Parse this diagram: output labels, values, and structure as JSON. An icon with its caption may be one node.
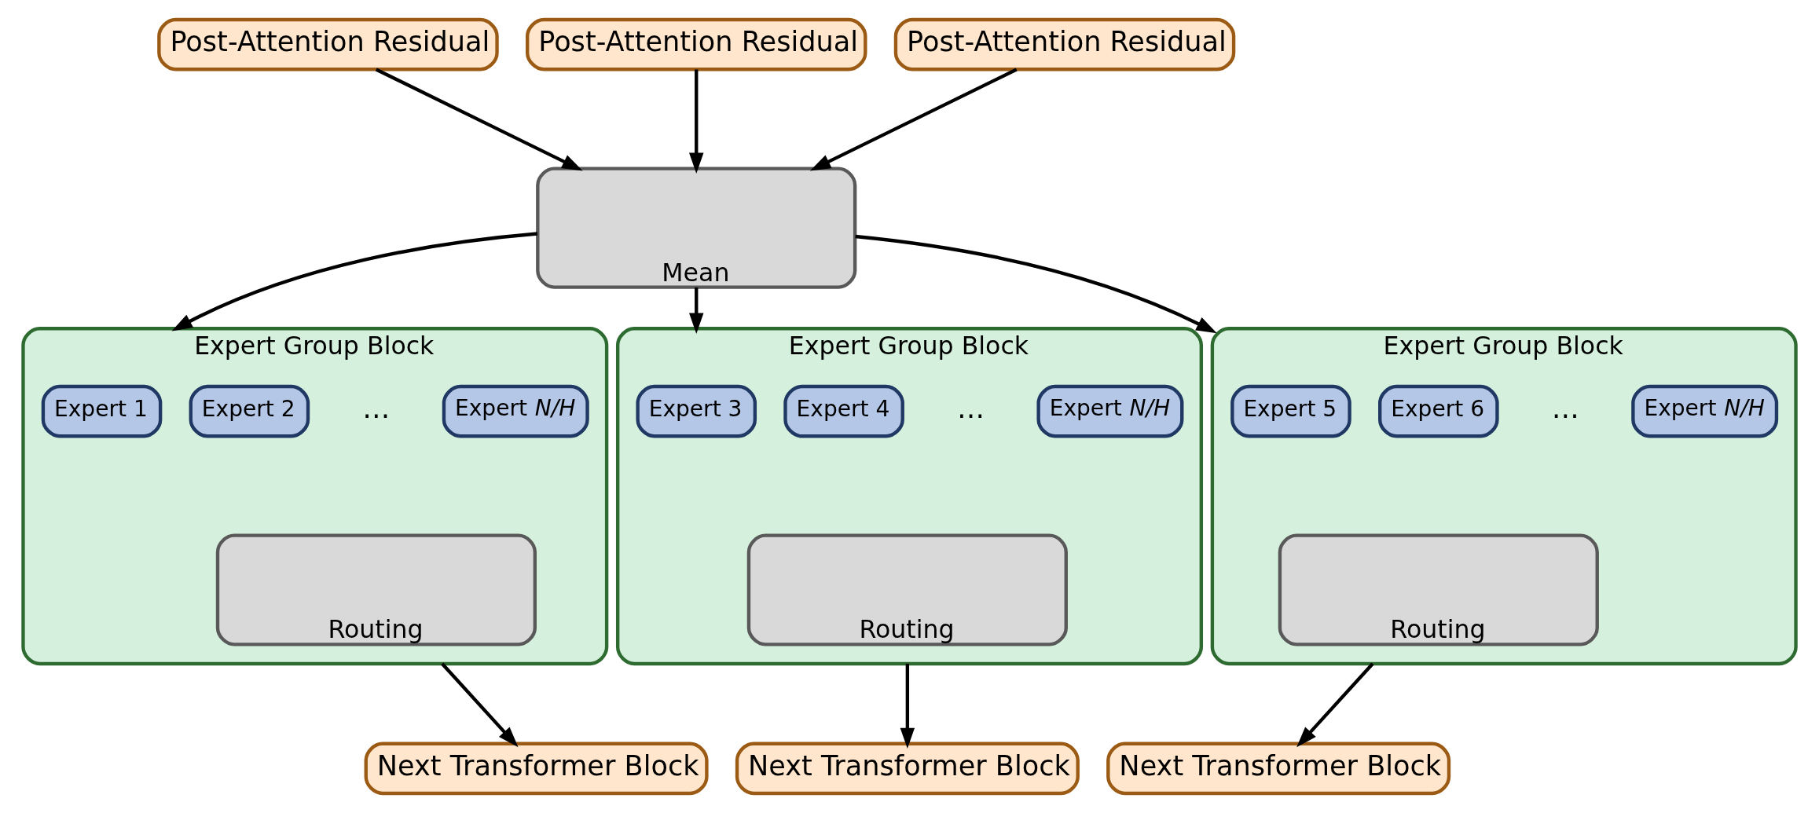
{
  "diagram": {
    "nodes": [
      {
        "text": [
          "Post-Attention Residual"
        ]
      },
      {
        "text": [
          "Post-Attention Residual"
        ]
      },
      {
        "text": [
          "Post-Attention Residual"
        ]
      },
      {
        "text": [
          "Mean"
        ]
      },
      {
        "text": [
          "Expert Group Block"
        ]
      },
      {
        "text": [
          "Expert 1"
        ],
        "in": 4
      },
      {
        "text": [
          "Expert 2"
        ],
        "in": 4
      },
      {
        "text": [
          "Expert *N/H*"
        ],
        "in": 4
      },
      {
        "text": [
          "Routing"
        ],
        "in": 4
      },
      {
        "text": [
          "Expert Group Block"
        ]
      },
      {
        "text": [
          "Expert 3"
        ],
        "in": 9
      },
      {
        "text": [
          "Expert 4"
        ],
        "in": 9
      },
      {
        "text": [
          "Expert *N/H*"
        ],
        "in": 9
      },
      {
        "text": [
          "Routing"
        ],
        "in": 9
      },
      {
        "text": [
          "Expert Group Block"
        ]
      },
      {
        "text": [
          "Expert 5"
        ],
        "in": 14
      },
      {
        "text": [
          "Expert 6"
        ],
        "in": 14
      },
      {
        "text": [
          "Expert *N/H*"
        ],
        "in": 14
      },
      {
        "text": [
          "Routing"
        ],
        "in": 14
      },
      {
        "text": [
          "Next Transformer Block"
        ]
      },
      {
        "text": [
          "Next Transformer Block"
        ]
      },
      {
        "text": [
          "Next Transformer Block"
        ]
      }
    ],
    "edges": [
      {
        "from": 0,
        "to": 3,
        "arrow": "to"
      },
      {
        "from": 1,
        "to": 3,
        "arrow": "to"
      },
      {
        "from": 2,
        "to": 3,
        "arrow": "to"
      },
      {
        "from": 3,
        "to": 4,
        "arrow": "to"
      },
      {
        "from": 3,
        "to": 9,
        "arrow": "to"
      },
      {
        "from": 3,
        "to": 14,
        "arrow": "to"
      },
      {
        "from": 4,
        "to": 19,
        "arrow": "to"
      },
      {
        "from": 9,
        "to": 20,
        "arrow": "to"
      },
      {
        "from": 14,
        "to": 21,
        "arrow": "to"
      }
    ],
    "labels": [
      "…",
      "…",
      "…"
    ]
  }
}
